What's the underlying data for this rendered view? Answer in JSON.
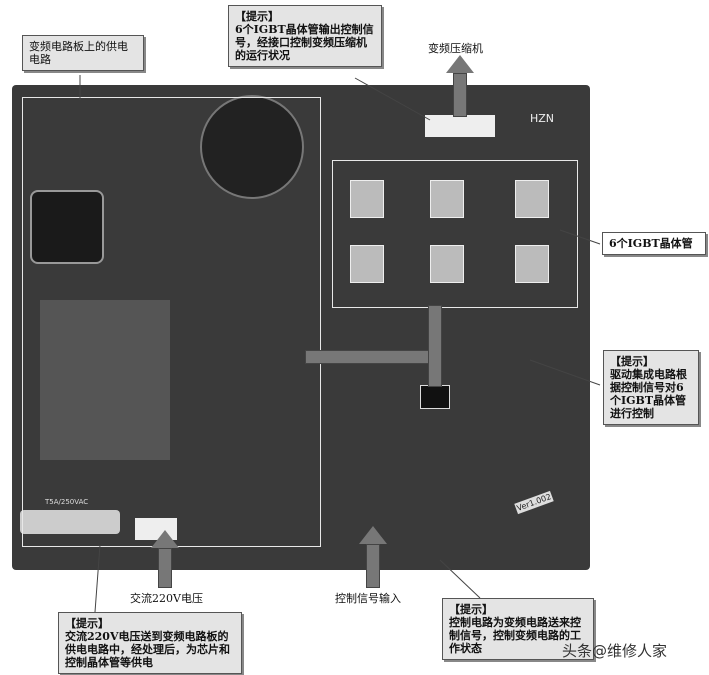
{
  "callouts": {
    "power_circuit": "变频电路板上的供电电路",
    "igbt_output": {
      "title": "【提示】",
      "text": "6个IGBT晶体管输出控制信号，经接口控制变频压缩机的运行状况"
    },
    "compressor": "变频压缩机",
    "igbt_label": "6个IGBT晶体管",
    "driver": {
      "title": "【提示】",
      "text": "驱动集成电路根据控制信号对6个IGBT晶体管进行控制"
    },
    "ac_input": "交流220V电压",
    "signal_input": "控制信号输入",
    "ac_tip": {
      "title": "【提示】",
      "text": "交流220V电压送到变频电路板的供电电路中，经处理后，为芯片和控制晶体管等供电"
    },
    "control_tip": {
      "title": "【提示】",
      "text": "控制电路为变频电路送来控制信号，控制变频电路的工作状态"
    }
  },
  "board_markings": {
    "brand": "HZN",
    "version": "Ver1.002",
    "fuse": "T5A/250VAC"
  },
  "watermark": "头条@维修人家"
}
